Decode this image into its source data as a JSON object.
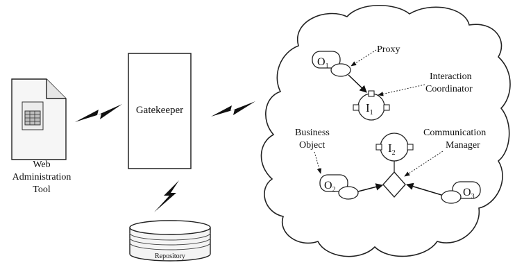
{
  "web_tool": {
    "line1": "Web",
    "line2": "Administration",
    "line3": "Tool"
  },
  "gatekeeper": {
    "label": "Gatekeeper"
  },
  "repository": {
    "label": "Repository"
  },
  "cloud": {
    "proxy_label": "Proxy",
    "interaction_coordinator": {
      "line1": "Interaction",
      "line2": "Coordinator"
    },
    "business_object": {
      "line1": "Business",
      "line2": "Object"
    },
    "communication_manager": {
      "line1": "Communication",
      "line2": "Manager"
    },
    "o1": {
      "main": "O",
      "sub": "1"
    },
    "o2": {
      "main": "O",
      "sub": "2"
    },
    "o3": {
      "main": "O",
      "sub": "3"
    },
    "i1": {
      "main": "I",
      "sub": "1"
    },
    "i2": {
      "main": "I",
      "sub": "2"
    }
  }
}
